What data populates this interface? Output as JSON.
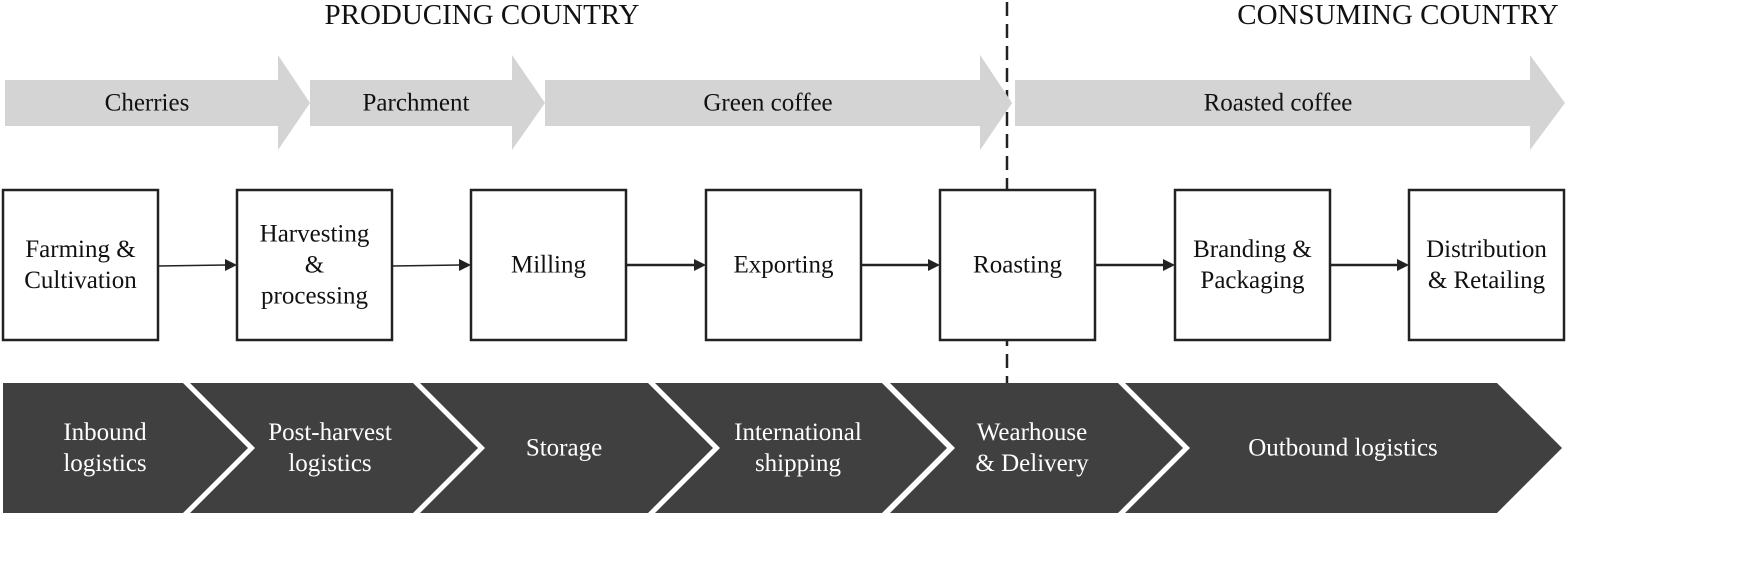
{
  "regions": {
    "producing": "PRODUCING COUNTRY",
    "consuming": "CONSUMING COUNTRY"
  },
  "product_flow": [
    {
      "label": "Cherries"
    },
    {
      "label": "Parchment"
    },
    {
      "label": "Green coffee"
    },
    {
      "label": ""
    },
    {
      "label": "Roasted coffee"
    }
  ],
  "steps": [
    {
      "lines": [
        "Farming &",
        "Cultivation"
      ]
    },
    {
      "lines": [
        "Harvesting",
        "&",
        "processing"
      ]
    },
    {
      "lines": [
        "Milling"
      ]
    },
    {
      "lines": [
        "Exporting"
      ]
    },
    {
      "lines": [
        "Roasting"
      ]
    },
    {
      "lines": [
        "Branding &",
        "Packaging"
      ]
    },
    {
      "lines": [
        "Distribution",
        "& Retailing"
      ]
    }
  ],
  "logistics": [
    {
      "lines": [
        "Inbound",
        "logistics"
      ]
    },
    {
      "lines": [
        "Post-harvest",
        "logistics"
      ]
    },
    {
      "lines": [
        "Storage"
      ]
    },
    {
      "lines": [
        "International",
        "shipping"
      ]
    },
    {
      "lines": [
        "Wearhouse",
        "& Delivery"
      ]
    },
    {
      "lines": [
        "Outbound logistics"
      ]
    }
  ],
  "colors": {
    "flow_arrow": "#d4d4d4",
    "logistics_chevron": "#404040",
    "box_border": "#222222",
    "divider": "#222222"
  }
}
